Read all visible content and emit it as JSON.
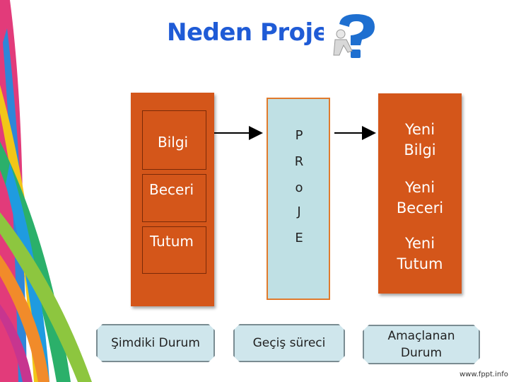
{
  "title": "Neden Proje",
  "colors": {
    "accent_orange": "#d4561a",
    "panel_blue": "#bfe0e4",
    "title_blue": "#1f5bd6"
  },
  "icons": {
    "question": "question-mark-person-icon"
  },
  "inputs": [
    "Bilgi",
    "Beceri",
    "Tutum"
  ],
  "proje_letters": [
    "P",
    "R",
    "o",
    "J",
    "E"
  ],
  "outputs": [
    {
      "line1": "Yeni",
      "line2": "Bilgi"
    },
    {
      "line1": "Yeni",
      "line2": "Beceri"
    },
    {
      "line1": "Yeni",
      "line2": "Tutum"
    }
  ],
  "stages": {
    "current": "Şimdiki Durum",
    "transition": "Geçiş süreci",
    "target_line1": "Amaçlanan",
    "target_line2": "Durum"
  },
  "footer": "www.fppt.info"
}
